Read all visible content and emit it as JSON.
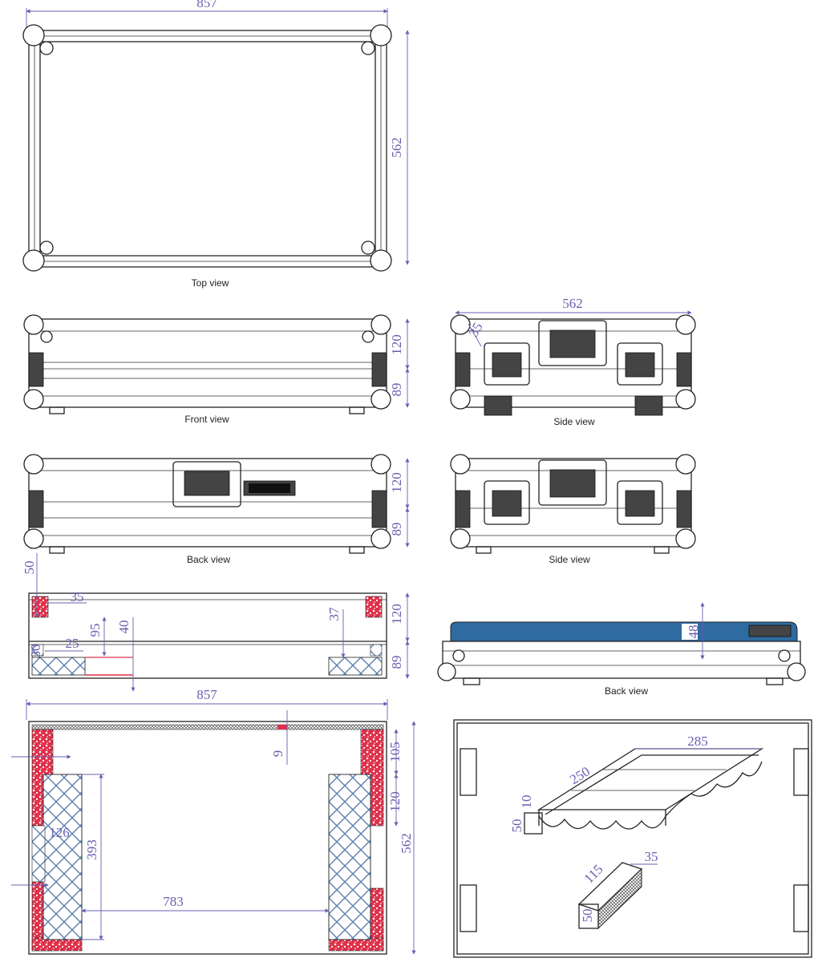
{
  "captions": {
    "top": "Top view",
    "front": "Front view",
    "side1": "Side view",
    "back1": "Back view",
    "side2": "Side view",
    "back2": "Back view"
  },
  "dims": {
    "top_width": "857",
    "top_depth": "562",
    "front_upper": "120",
    "front_lower": "89",
    "side_width": "562",
    "side_small": "35",
    "back_upper": "120",
    "back_lower": "89",
    "sec_50": "50",
    "sec_35": "35",
    "sec_95": "95",
    "sec_40": "40",
    "sec_25": "25",
    "sec_30": "30",
    "sec_37": "37",
    "sec_120": "120",
    "sec_89": "89",
    "sec_857": "857",
    "lid_48": "48",
    "plan_9": "9",
    "plan_105": "105",
    "plan_120": "120",
    "plan_562": "562",
    "plan_393": "393",
    "plan_126": "126",
    "plan_783": "783",
    "tray_285": "285",
    "tray_250": "250",
    "tray_10": "10",
    "tray_50": "50",
    "block_115": "115",
    "block_35": "35",
    "block_50": "50"
  },
  "colors": {
    "dimension": "#6a5fb0",
    "foam_red": "#e0304a",
    "foam_blue": "#5a7fb0",
    "lid_blue": "#2f6aa0"
  }
}
